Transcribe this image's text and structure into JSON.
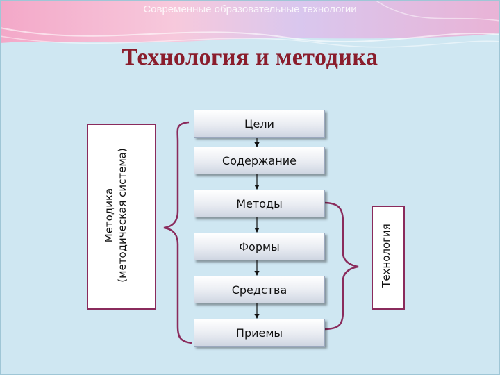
{
  "header": {
    "subtitle": "Современные образовательные технологии"
  },
  "slide": {
    "title": "Технология и методика"
  },
  "steps": [
    "Цели",
    "Содержание",
    "Методы",
    "Формы",
    "Средства",
    "Приемы"
  ],
  "left_label": {
    "line1": "Методика",
    "line2": "(методическая система)"
  },
  "right_label": "Технология",
  "colors": {
    "title": "#8a1d2c",
    "bracket": "#8a2b5c",
    "background": "#cfe7f2"
  }
}
